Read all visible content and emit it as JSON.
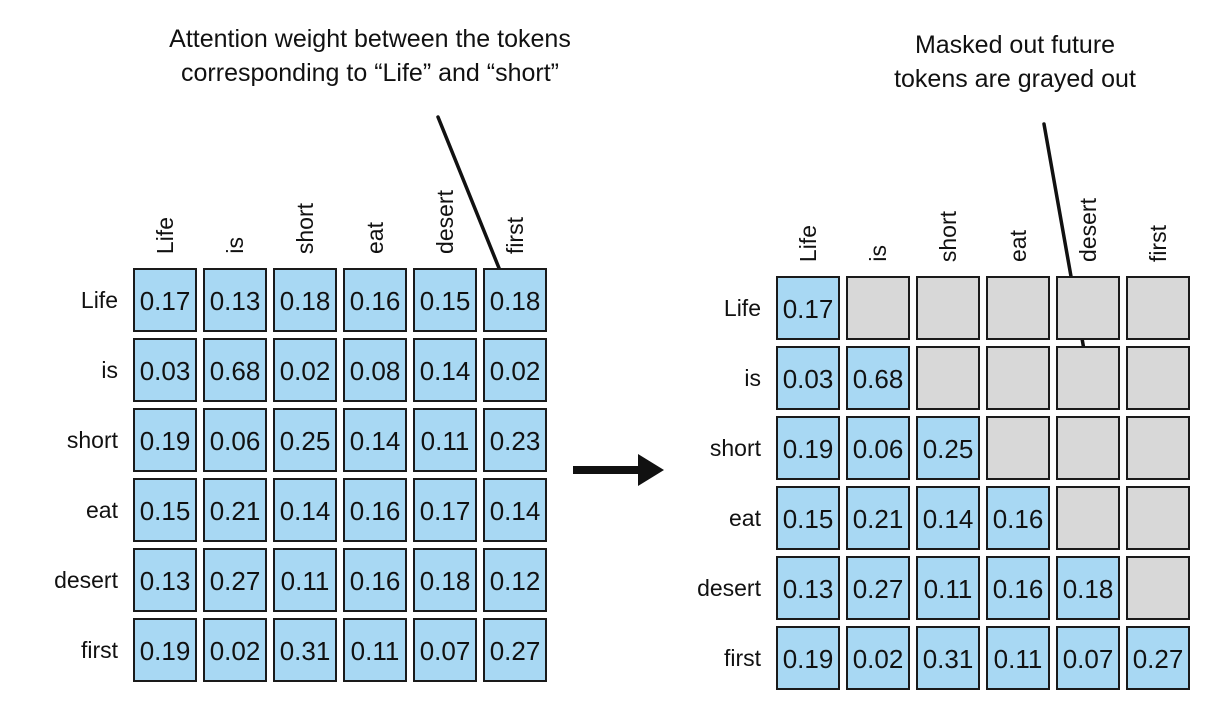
{
  "annotations": {
    "left": {
      "line1": "Attention weight between the tokens",
      "line2": "corresponding to “Life” and “short”"
    },
    "right": {
      "line1": "Masked out future",
      "line2": "tokens are grayed out"
    }
  },
  "tokens": [
    "Life",
    "is",
    "short",
    "eat",
    "desert",
    "first"
  ],
  "matrices": {
    "left": {
      "description": "full attention weights",
      "cols": [
        "Life",
        "is",
        "short",
        "eat",
        "desert",
        "first"
      ],
      "rows": [
        "Life",
        "is",
        "short",
        "eat",
        "desert",
        "first"
      ],
      "values": [
        [
          "0.17",
          "0.13",
          "0.18",
          "0.16",
          "0.15",
          "0.18"
        ],
        [
          "0.03",
          "0.68",
          "0.02",
          "0.08",
          "0.14",
          "0.02"
        ],
        [
          "0.19",
          "0.06",
          "0.25",
          "0.14",
          "0.11",
          "0.23"
        ],
        [
          "0.15",
          "0.21",
          "0.14",
          "0.16",
          "0.17",
          "0.14"
        ],
        [
          "0.13",
          "0.27",
          "0.11",
          "0.16",
          "0.18",
          "0.12"
        ],
        [
          "0.19",
          "0.02",
          "0.31",
          "0.11",
          "0.07",
          "0.27"
        ]
      ]
    },
    "right": {
      "description": "causally masked attention weights, masked cells empty gray",
      "cols": [
        "Life",
        "is",
        "short",
        "eat",
        "desert",
        "first"
      ],
      "rows": [
        "Life",
        "is",
        "short",
        "eat",
        "desert",
        "first"
      ],
      "values": [
        [
          "0.17",
          null,
          null,
          null,
          null,
          null
        ],
        [
          "0.03",
          "0.68",
          null,
          null,
          null,
          null
        ],
        [
          "0.19",
          "0.06",
          "0.25",
          null,
          null,
          null
        ],
        [
          "0.15",
          "0.21",
          "0.14",
          "0.16",
          null,
          null
        ],
        [
          "0.13",
          "0.27",
          "0.11",
          "0.16",
          "0.18",
          null
        ],
        [
          "0.19",
          "0.02",
          "0.31",
          "0.11",
          "0.07",
          "0.27"
        ]
      ]
    }
  },
  "colors": {
    "cell_blue": "#a8d8f3",
    "cell_gray": "#d8d8d8",
    "line_black": "#111111"
  }
}
